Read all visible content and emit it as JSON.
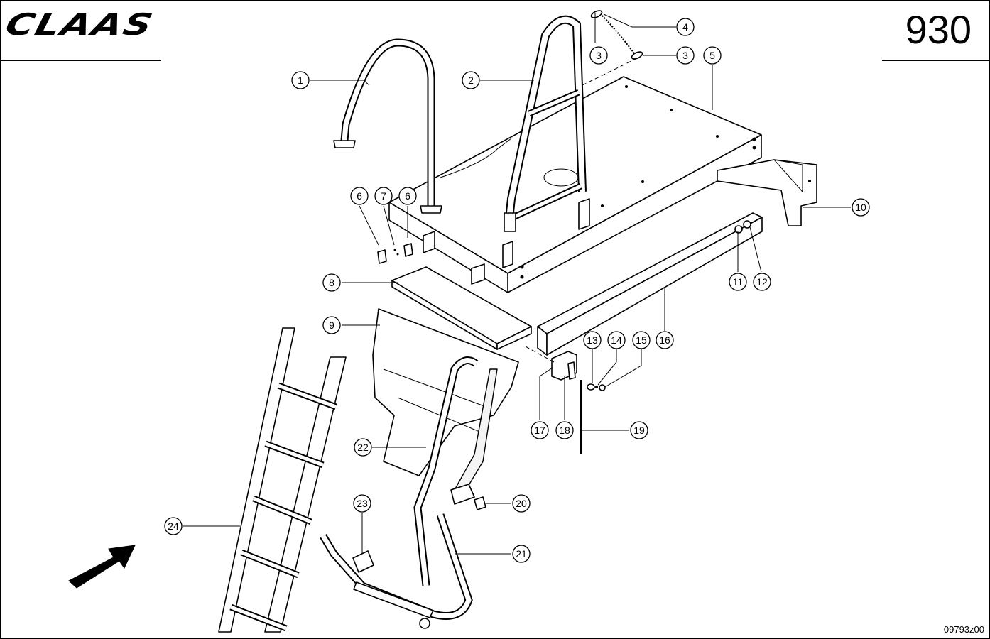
{
  "brand": "CLAAS",
  "page_number": "930",
  "drawing_id": "09793z00",
  "callouts": [
    "1",
    "2",
    "3",
    "3",
    "4",
    "5",
    "6",
    "6",
    "7",
    "8",
    "9",
    "10",
    "11",
    "12",
    "13",
    "14",
    "15",
    "16",
    "17",
    "18",
    "19",
    "20",
    "21",
    "22",
    "23",
    "24"
  ],
  "arrow": "direction-arrow"
}
